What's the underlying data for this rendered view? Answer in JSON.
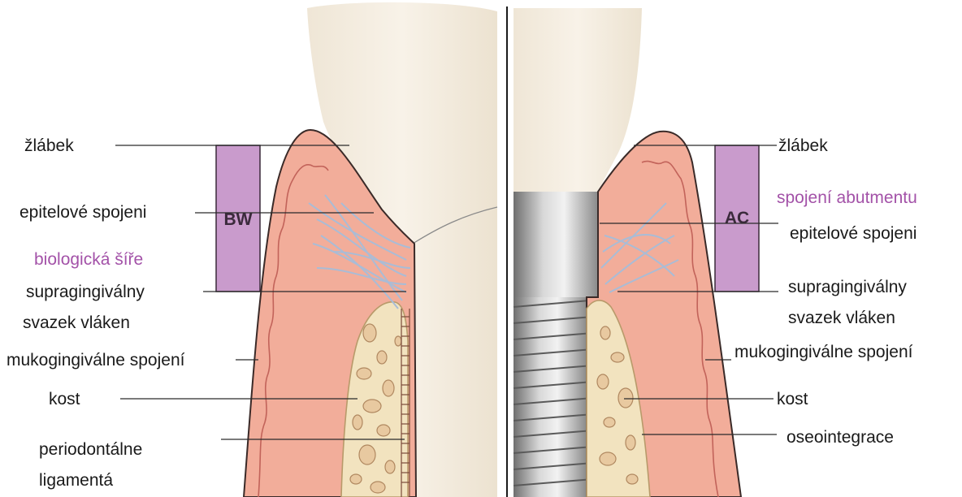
{
  "colors": {
    "gingiva": "#f2ad9a",
    "gingiva_edge": "#d9786a",
    "tooth": "#f5ede0",
    "bone": "#f2e3bf",
    "fibers": "#a9bcd6",
    "measure_box": "#c99bcc",
    "accent_text": "#a352a8",
    "abutment_metal": "#9a9a9a"
  },
  "left_panel": {
    "labels": {
      "sulcus": "žlábek",
      "junctional_epithelium": "epitelové spojeni",
      "biologic_width": "biologická šíře",
      "fiber_line1": "supragingiválny",
      "fiber_line2": "svazek vláken",
      "mucogingival": "mukogingiválne spojení",
      "bone": "kost",
      "ligament_line1": "periodontálne",
      "ligament_line2": "ligamentá"
    },
    "measure_box_label": "BW"
  },
  "right_panel": {
    "labels": {
      "sulcus": "žlábek",
      "abutment_connection": "spojení abutmentu",
      "junctional_epithelium": "epitelové spojeni",
      "fiber_line1": "supragingiválny",
      "fiber_line2": "svazek vláken",
      "mucogingival": "mukogingiválne spojení",
      "bone": "kost",
      "osseointegration": "oseointegrace"
    },
    "measure_box_label": "AC"
  }
}
